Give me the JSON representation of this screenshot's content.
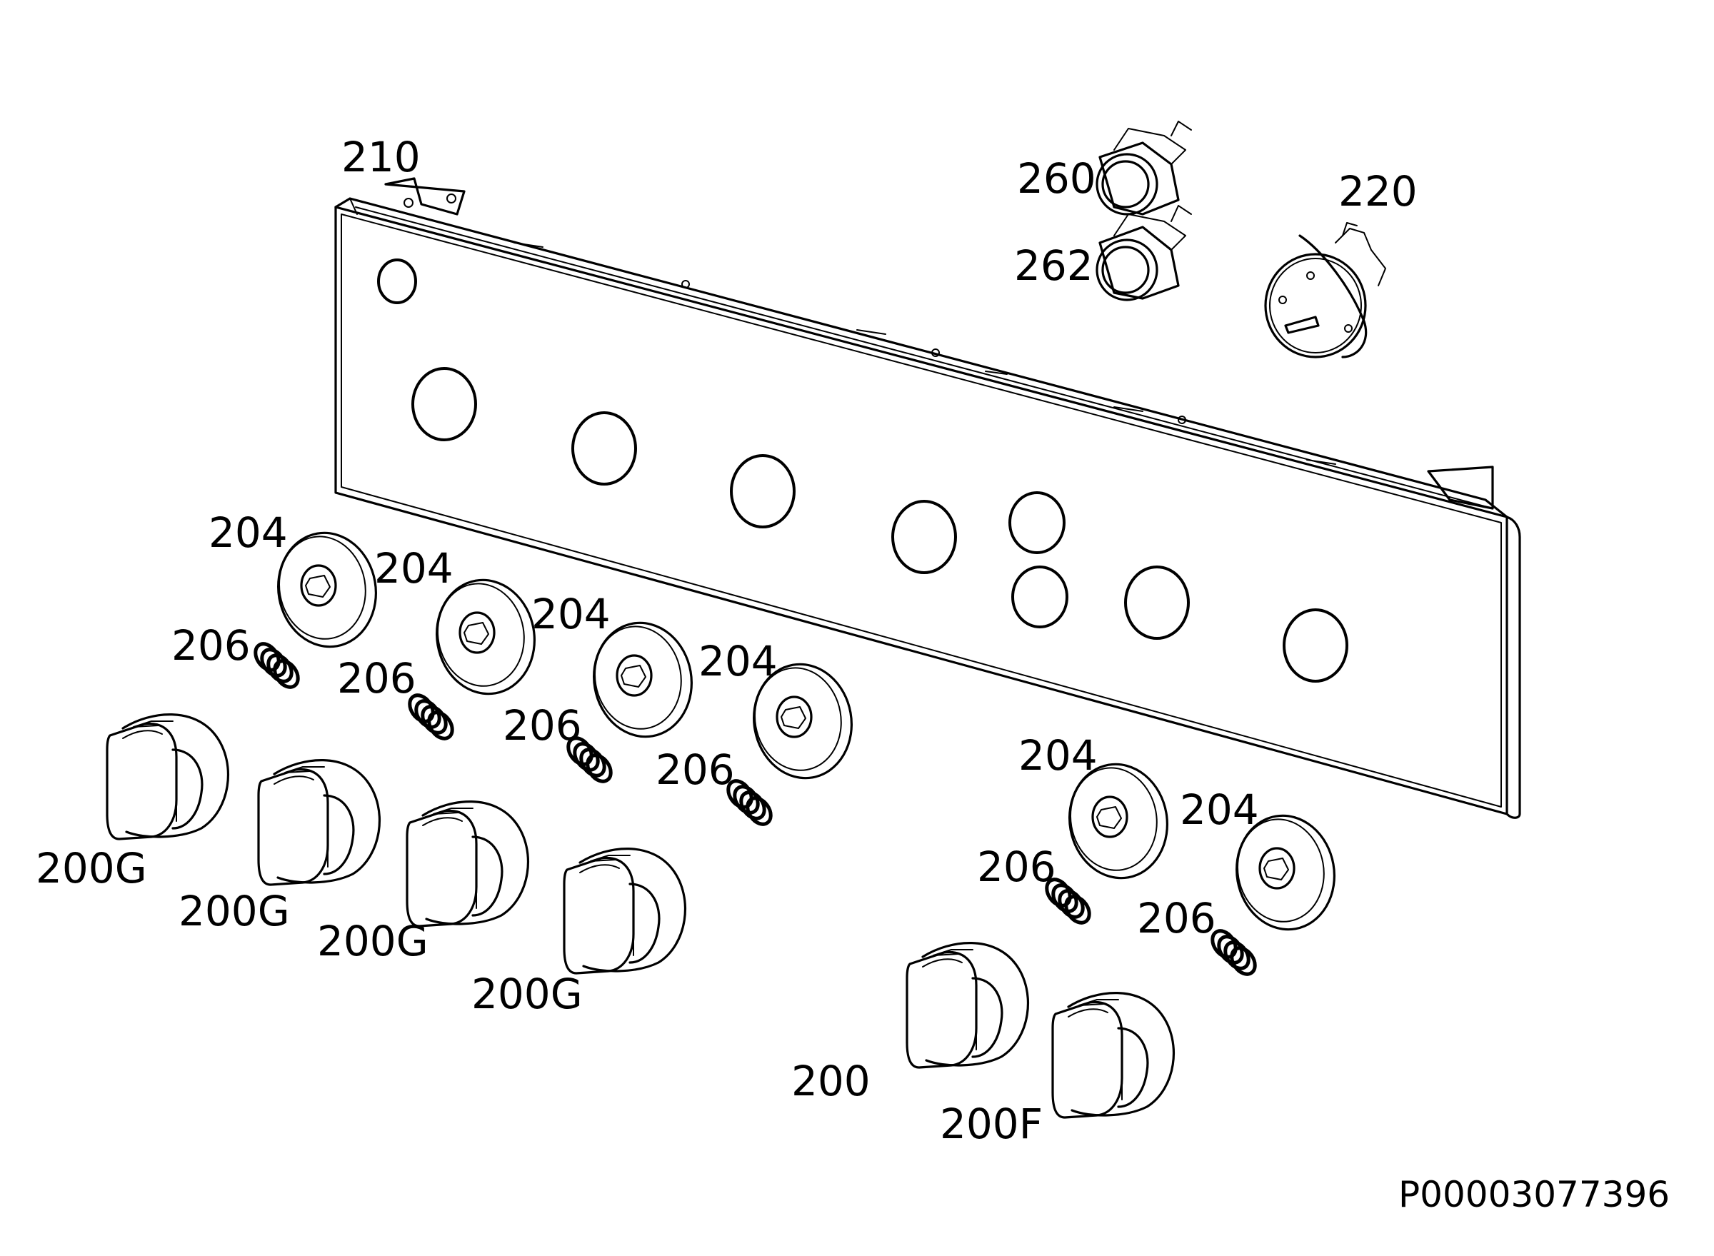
{
  "drawing_code": "P00003077396",
  "labels": {
    "panel": "210",
    "lamp_a": "260",
    "lamp_b": "262",
    "timer": "220",
    "bezel": "204",
    "spring": "206",
    "knob_g": "200G",
    "knob": "200",
    "knob_f": "200F"
  }
}
